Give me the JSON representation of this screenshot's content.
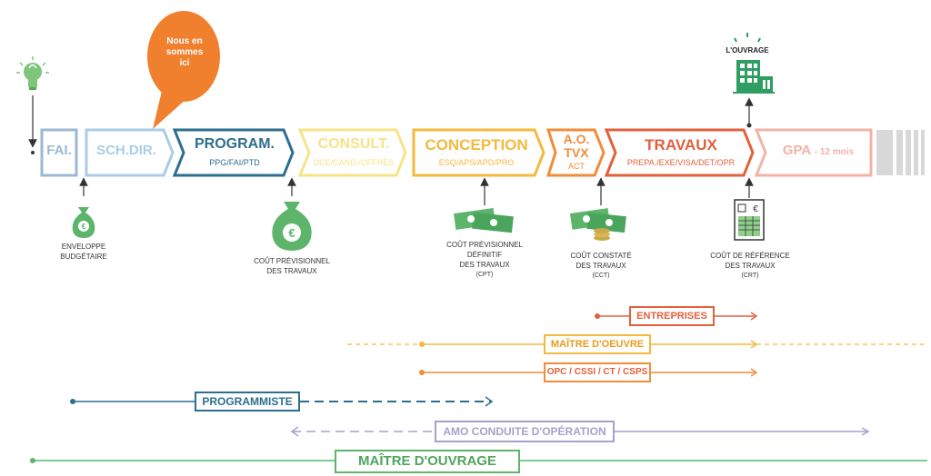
{
  "callout": {
    "text_line1": "Nous en",
    "text_line2": "sommes",
    "text_line3": "ici",
    "color": "#F07F2E"
  },
  "stages": [
    {
      "title": "FAI.",
      "sub": "",
      "color": "#9DB8D3"
    },
    {
      "title": "SCH.DIR.",
      "sub": "",
      "color": "#A9CDE6"
    },
    {
      "title": "PROGRAM.",
      "sub": "PPG/FAI/PTD",
      "color": "#2E6E8E"
    },
    {
      "title": "CONSULT.",
      "sub": "DCE/CAND./OFFRES",
      "color": "#F6E38A"
    },
    {
      "title": "CONCEPTION",
      "sub": "ESQ/APS/APD/PRO",
      "color": "#F4B93D"
    },
    {
      "title_line1": "A.O.",
      "title_line2": "TVX",
      "sub": "ACT",
      "color": "#F28C3A"
    },
    {
      "title": "TRAVAUX",
      "sub": "PREPA./EXE/VISA/DET/OPR",
      "color": "#E2603C"
    },
    {
      "title": "GPA",
      "title_suffix": "- 12 mois",
      "sub": "",
      "color": "#F3B2A6"
    }
  ],
  "ouvrage_label": "L'OUVRAGE",
  "costs": [
    {
      "line1": "ENVELOPPE",
      "line2": "BUDGÉTAIRE",
      "line3": "",
      "line4": ""
    },
    {
      "line1": "COÛT PRÉVISIONNEL",
      "line2": "DES TRAVAUX",
      "line3": "",
      "line4": ""
    },
    {
      "line1": "COÛT PRÉVISIONNEL",
      "line2": "DÉFINITIF",
      "line3": "DES TRAVAUX",
      "line4": "(CPT)"
    },
    {
      "line1": "COÛT CONSTATÉ",
      "line2": "DES TRAVAUX",
      "line3": "(CCT)",
      "line4": ""
    },
    {
      "line1": "COÛT DE RÉFÉRENCE",
      "line2": "DES TRAVAUX",
      "line3": "(CRT)",
      "line4": ""
    }
  ],
  "roles": [
    {
      "label": "ENTREPRISES",
      "color": "#E2603C"
    },
    {
      "label": "MAÎTRE D'OEUVRE",
      "color": "#F4B93D"
    },
    {
      "label": "OPC / CSSI / CT / CSPS",
      "color": "#F28C3A"
    },
    {
      "label": "PROGRAMMISTE",
      "color": "#2E6E8E"
    },
    {
      "label": "AMO CONDUITE D'OPÉRATION",
      "color": "#A99FCE"
    },
    {
      "label": "MAÎTRE D'OUVRAGE",
      "color": "#5CB56A"
    }
  ],
  "colors": {
    "money_green": "#5CB56A",
    "building_green": "#2E9E63",
    "gray_bars": "#D8D8D8",
    "arrow": "#333333"
  }
}
